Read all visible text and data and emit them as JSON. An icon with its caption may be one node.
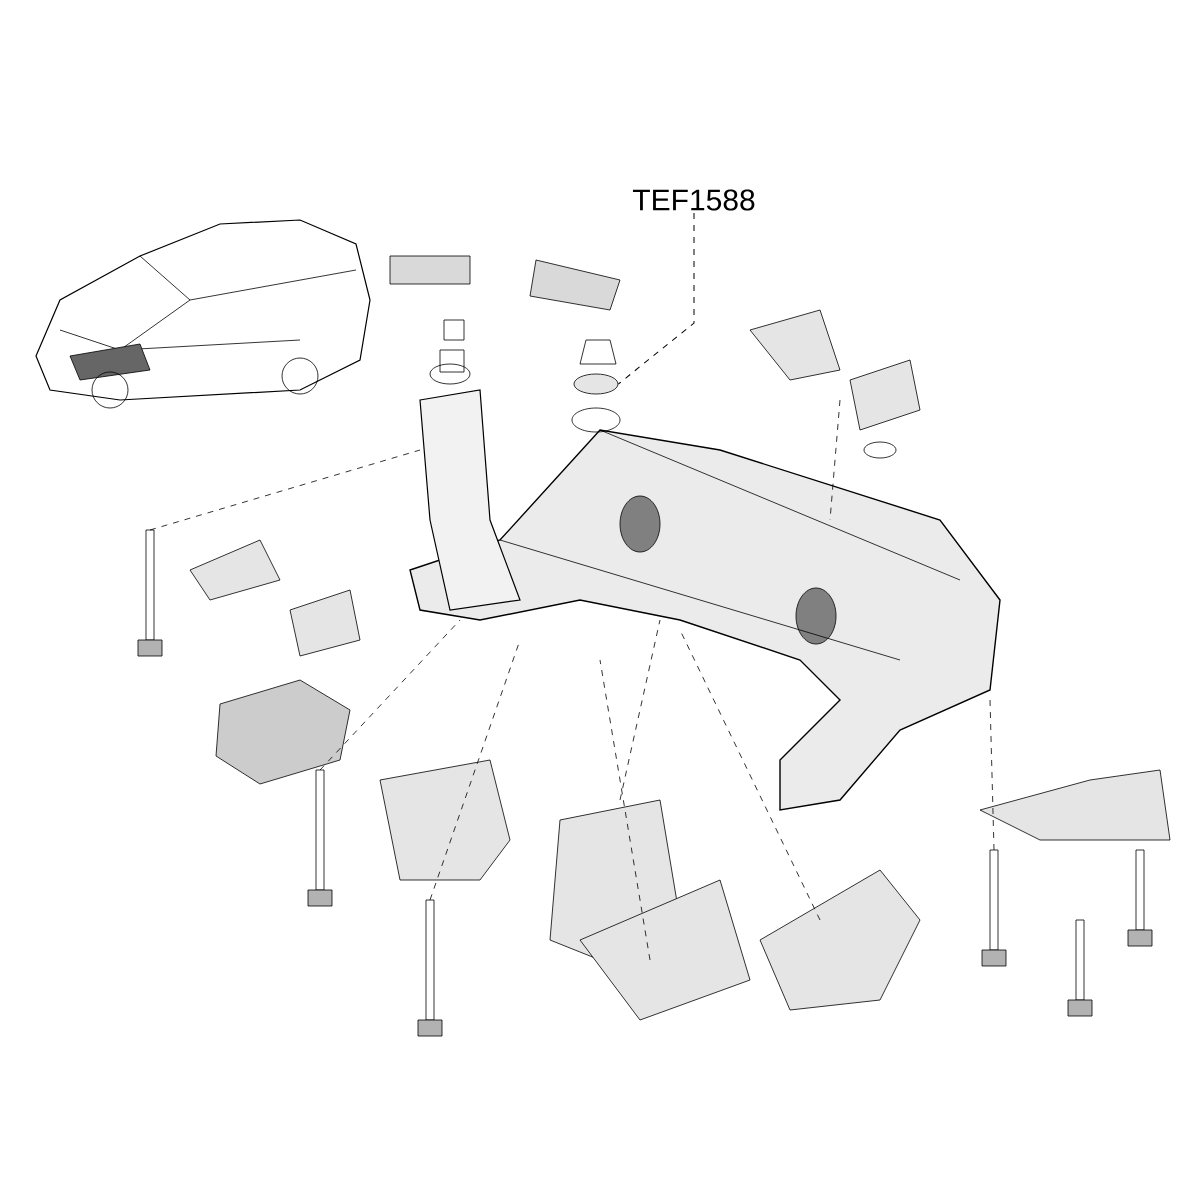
{
  "diagram": {
    "nodes": [
      {
        "text": [
          "TEF1588"
        ]
      },
      {
        "text": [],
        "shape": "circle"
      }
    ],
    "edges": [
      {
        "from": 0,
        "to": 1,
        "arrow": "none",
        "style": "dashed"
      }
    ]
  }
}
